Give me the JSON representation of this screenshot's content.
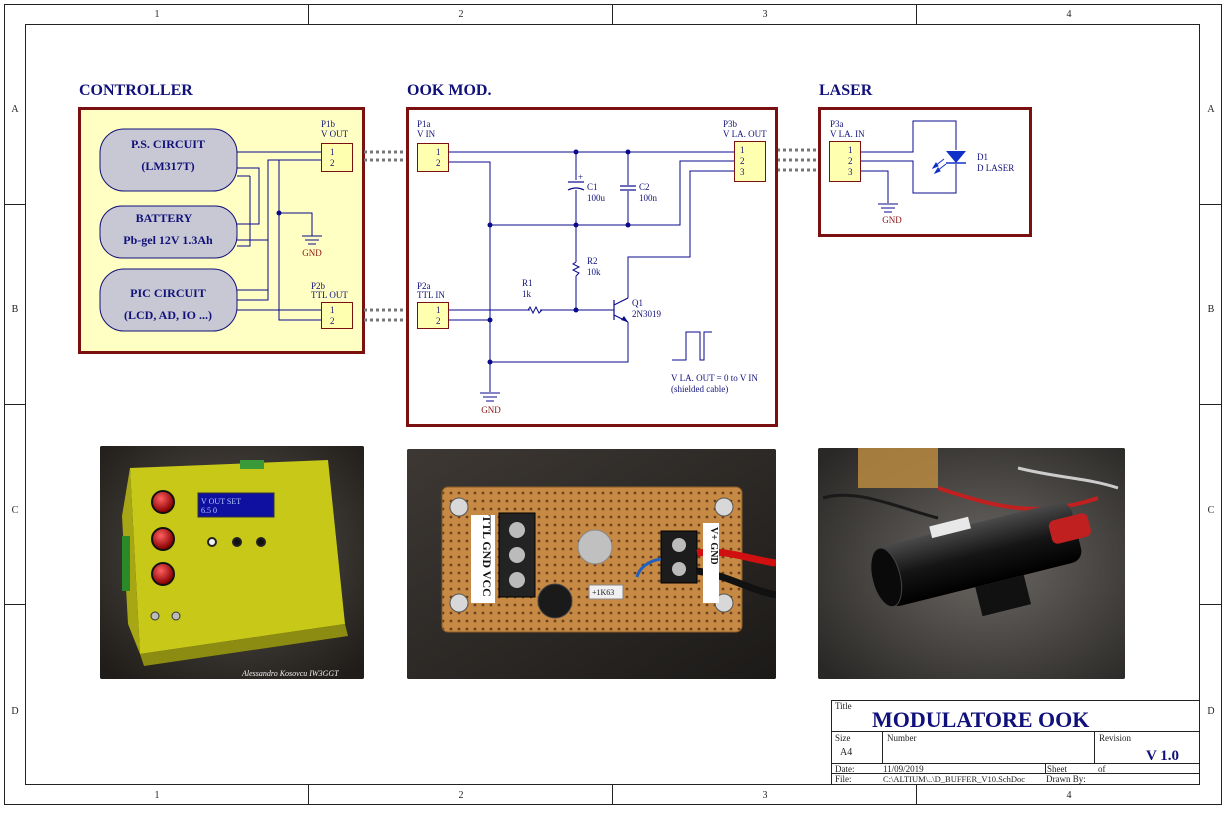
{
  "frame": {
    "columns": [
      "1",
      "2",
      "3",
      "4"
    ],
    "rows": [
      "A",
      "B",
      "C",
      "D"
    ]
  },
  "colors": {
    "block_border": "#7b1010",
    "block_fill": "#ffffc4",
    "wire": "#0a0a8c",
    "label": "#10107a",
    "pin_fill": "#ffffb0",
    "gnd_label": "#8a1010",
    "rounded_fill": "#c8c8d4",
    "laser_blue": "#1030c8"
  },
  "sections": {
    "controller": "CONTROLLER",
    "ook": "OOK MOD.",
    "laser": "LASER"
  },
  "controller": {
    "blocks": [
      {
        "line1": "P.S. CIRCUIT",
        "line2": "(LM317T)"
      },
      {
        "line1": "BATTERY",
        "line2": "Pb-gel 12V 1.3Ah"
      },
      {
        "line1": "PIC CIRCUIT",
        "line2": "(LCD, AD, IO ...)"
      }
    ],
    "p1b": {
      "ref": "P1b",
      "name": "V OUT",
      "pins": [
        "1",
        "2"
      ]
    },
    "p2b": {
      "ref": "P2b",
      "name": "TTL OUT",
      "pins": [
        "1",
        "2"
      ]
    },
    "gnd": "GND"
  },
  "ook": {
    "p1a": {
      "ref": "P1a",
      "name": "V IN",
      "pins": [
        "1",
        "2"
      ]
    },
    "p2a": {
      "ref": "P2a",
      "name": "TTL IN",
      "pins": [
        "1",
        "2"
      ]
    },
    "p3b": {
      "ref": "P3b",
      "name": "V LA. OUT",
      "pins": [
        "1",
        "2",
        "3"
      ]
    },
    "c1": {
      "ref": "C1",
      "value": "100u",
      "polarity": "+"
    },
    "c2": {
      "ref": "C2",
      "value": "100n"
    },
    "r1": {
      "ref": "R1",
      "value": "1k"
    },
    "r2": {
      "ref": "R2",
      "value": "10k"
    },
    "q1": {
      "ref": "Q1",
      "value": "2N3019"
    },
    "note_line1": "V LA. OUT = 0 to V IN",
    "note_line2": "(shielded cable)",
    "gnd": "GND"
  },
  "laser": {
    "p3a": {
      "ref": "P3a",
      "name": "V LA. IN",
      "pins": [
        "1",
        "2",
        "3"
      ]
    },
    "d1": {
      "ref": "D1",
      "value": "D LASER"
    },
    "gnd": "GND"
  },
  "photos": {
    "controller": {
      "icon": "controller-box-photo",
      "lcd_line1": "V OUT SET",
      "lcd_line2": "6.5    0",
      "credit": "Alessandro Kosovcu IW3GGT"
    },
    "board": {
      "icon": "circuit-board-photo",
      "terminal_left": "TTL GND VCC",
      "resistor_tag": "+1K63",
      "terminal_right": "V+ GND"
    },
    "laser": {
      "icon": "laser-module-photo"
    }
  },
  "title_block": {
    "title_label": "Title",
    "title": "MODULATORE OOK",
    "size_label": "Size",
    "size": "A4",
    "number_label": "Number",
    "revision_label": "Revision",
    "revision": "V 1.0",
    "date_label": "Date:",
    "date": "11/09/2019",
    "sheet_label": "Sheet",
    "of_label": "of",
    "file_label": "File:",
    "file": "C:\\ALTIUM\\..\\D_BUFFER_V10.SchDoc",
    "drawn_by_label": "Drawn By:"
  }
}
